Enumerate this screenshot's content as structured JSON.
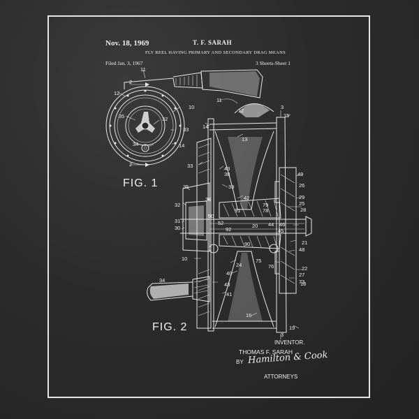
{
  "header": {
    "date": "Nov. 18, 1969",
    "inventor": "T. F. SARAH",
    "title": "FLY REEL HAVING PRIMARY AND SECONDARY DRAG MEANS",
    "filed": "Filed Jan. 3, 1967",
    "sheet": "3 Sheets-Sheet 1"
  },
  "figures": {
    "fig1": "FIG. 1",
    "fig2": "FIG. 2"
  },
  "signature_block": {
    "inventor_label": "INVENTOR.",
    "inventor_name": "THOMAS F. SARAH",
    "by": "BY",
    "signature": "Hamilton & Cook",
    "attorneys": "ATTORNEYS"
  },
  "fig1_numbers": [
    "11",
    "2",
    "12",
    "10",
    "35",
    "32",
    "33",
    "34",
    "14",
    "2"
  ],
  "fig2_numbers": [
    "11",
    "12",
    "3",
    "15",
    "14",
    "13",
    "33",
    "43",
    "38",
    "49",
    "26",
    "35",
    "39",
    "36",
    "29",
    "25",
    "42",
    "32",
    "91",
    "79",
    "78",
    "28",
    "31",
    "30",
    "52",
    "50",
    "20",
    "44",
    "46",
    "45",
    "92",
    "21",
    "90",
    "48",
    "10",
    "24",
    "75",
    "76",
    "22",
    "40",
    "27",
    "73",
    "34",
    "43",
    "18",
    "41",
    "16",
    "19",
    "3"
  ],
  "colors": {
    "board": "#2b2b2b",
    "chalk": "#e8e8e8"
  }
}
